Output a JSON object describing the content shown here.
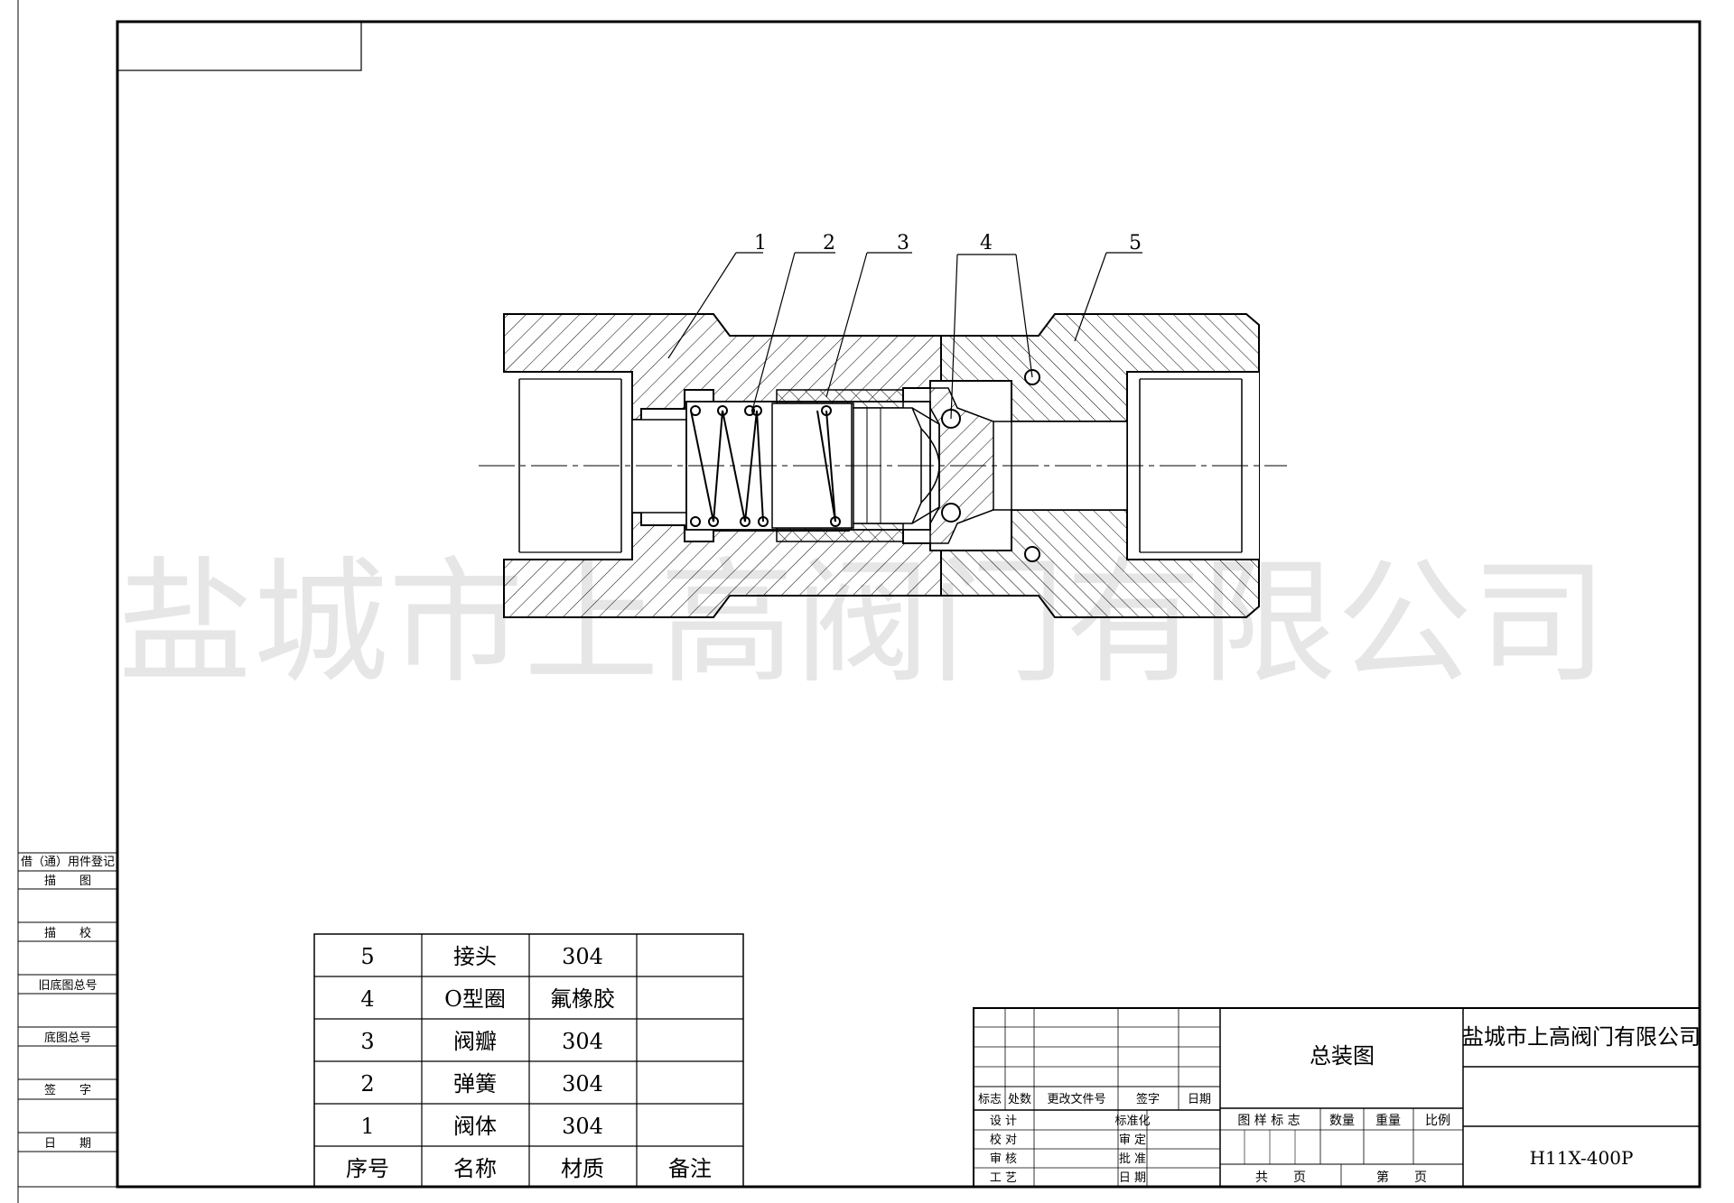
{
  "watermark": "盐城市上高阀门有限公司",
  "balloons": [
    "1",
    "2",
    "3",
    "4",
    "5"
  ],
  "parts_table": {
    "rows": [
      {
        "no": "5",
        "name": "接头",
        "material": "304",
        "note": ""
      },
      {
        "no": "4",
        "name": "O型圈",
        "material": "氟橡胶",
        "note": ""
      },
      {
        "no": "3",
        "name": "阀瓣",
        "material": "304",
        "note": ""
      },
      {
        "no": "2",
        "name": "弹簧",
        "material": "304",
        "note": ""
      },
      {
        "no": "1",
        "name": "阀体",
        "material": "304",
        "note": ""
      }
    ],
    "header": {
      "no": "序号",
      "name": "名称",
      "material": "材质",
      "note": "备注"
    }
  },
  "left_column": [
    "借（通）用件登记",
    "描　　图",
    "描　　校",
    "旧底图总号",
    "底图总号",
    "签　　字",
    "日　　期"
  ],
  "title_block": {
    "revision_header": [
      "标志",
      "处数",
      "更改文件号",
      "签字",
      "日期"
    ],
    "roles_left": [
      "设 计",
      "校 对",
      "审 核",
      "工 艺"
    ],
    "roles_right": [
      "标准化",
      "审 定",
      "批 准",
      "日 期"
    ],
    "drawing_title": "总装图",
    "stage_label": "图 样 标 志",
    "quantity_label": "数量",
    "weight_label": "重量",
    "scale_label": "比例",
    "sheet_total": "共　　页",
    "sheet_no": "第　　页",
    "company": "盐城市上高阀门有限公司",
    "drawing_number": "H11X-400P"
  }
}
